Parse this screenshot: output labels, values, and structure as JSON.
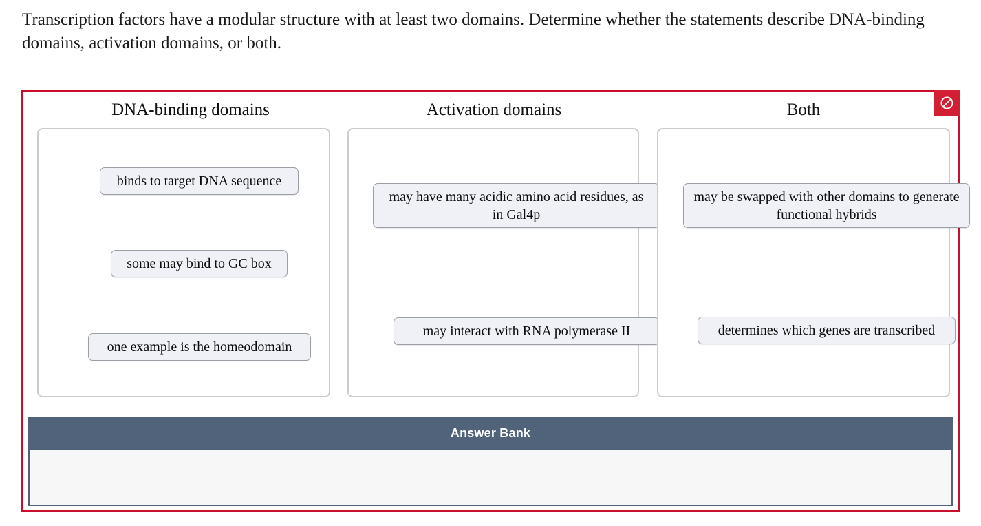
{
  "prompt": {
    "text": "Transcription factors have a modular structure with at least two domains. Determine whether the statements describe DNA-binding domains, activation domains, or both."
  },
  "activity": {
    "status_badge": {
      "icon": "prohibition-icon",
      "color": "#d21f33",
      "meaning": "incorrect"
    },
    "columns": [
      {
        "header": "DNA-binding domains",
        "tiles": [
          "binds to target DNA sequence",
          "some may bind to GC box",
          "one example is the homeodomain"
        ]
      },
      {
        "header": "Activation domains",
        "tiles": [
          "may have many acidic amino acid residues, as in Gal4p",
          "may interact with RNA polymerase II"
        ]
      },
      {
        "header": "Both",
        "tiles": [
          "may be swapped with other domains to generate functional hybrids",
          "determines which genes are transcribed"
        ]
      }
    ],
    "answer_bank": {
      "title": "Answer Bank",
      "items": []
    }
  },
  "colors": {
    "frame_red": "#c8102e",
    "badge_red": "#d21f33",
    "bank_slate": "#51637a",
    "tile_fill": "#eff1f6",
    "tile_border": "#9aa0a6",
    "zone_border": "#cccccc",
    "bank_body": "#f7f7f8"
  }
}
